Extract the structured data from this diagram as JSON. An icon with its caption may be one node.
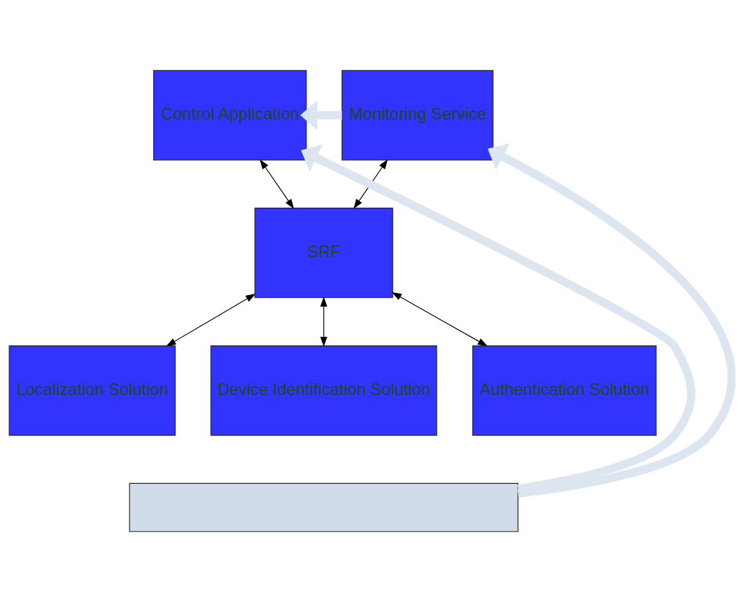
{
  "diagram": {
    "nodes": [
      {
        "text": [
          "Control Application"
        ]
      },
      {
        "text": [
          "Monitoring Service"
        ]
      },
      {
        "text": [
          "SRF"
        ]
      },
      {
        "text": [
          "Localization Solution"
        ]
      },
      {
        "text": [
          "Device Identification Solution"
        ]
      },
      {
        "text": [
          "Authentication Solution"
        ]
      },
      {
        "text": [],
        "shape": "box"
      }
    ],
    "edges": [
      {
        "from": 0,
        "to": 2,
        "arrow": "both"
      },
      {
        "from": 2,
        "to": 1,
        "arrow": "both"
      },
      {
        "from": 2,
        "to": 3,
        "arrow": "both"
      },
      {
        "from": 2,
        "to": 4,
        "arrow": "both"
      },
      {
        "from": 2,
        "to": 5,
        "arrow": "both"
      },
      {
        "from": 6,
        "to": 0,
        "arrow": "to",
        "style": "thick",
        "color": "#dce6f0"
      },
      {
        "from": 6,
        "to": 1,
        "arrow": "to",
        "style": "thick",
        "color": "#dce6f0"
      },
      {
        "from": 1,
        "to": 0,
        "arrow": "to",
        "style": "thick",
        "color": "#dce6f0"
      }
    ]
  }
}
